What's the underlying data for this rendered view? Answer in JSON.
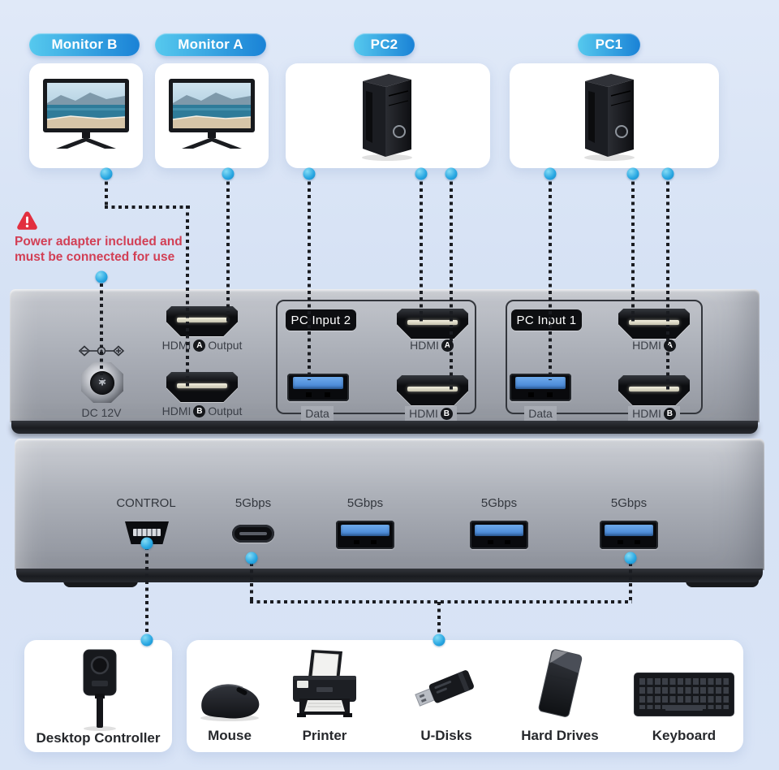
{
  "badges": {
    "monitor_b": "Monitor B",
    "monitor_a": "Monitor A",
    "pc2": "PC2",
    "pc1": "PC1"
  },
  "warning": {
    "line1": "Power adapter included and",
    "line2": "must be connected for use"
  },
  "device": {
    "dc_label": "DC 12V",
    "pc_input_2": "PC Input 2",
    "pc_input_1": "PC Input 1",
    "control_label": "CONTROL",
    "speed_label": "5Gbps",
    "labels": {
      "hdmi": "HDMI",
      "a": "A",
      "b": "B",
      "output": "Output",
      "data": "Data"
    }
  },
  "peripherals": {
    "desktop_controller": "Desktop Controller",
    "mouse": "Mouse",
    "printer": "Printer",
    "u_disks": "U-Disks",
    "hard_drives": "Hard Drives",
    "keyboard": "Keyboard"
  },
  "colors": {
    "badge_start": "#56c9ee",
    "badge_end": "#1a82d6",
    "dot_blue": "#29a7e2",
    "warning_red": "#d23f55",
    "usb_blue": "#3f7fd0",
    "background": "#d9e4f6"
  }
}
